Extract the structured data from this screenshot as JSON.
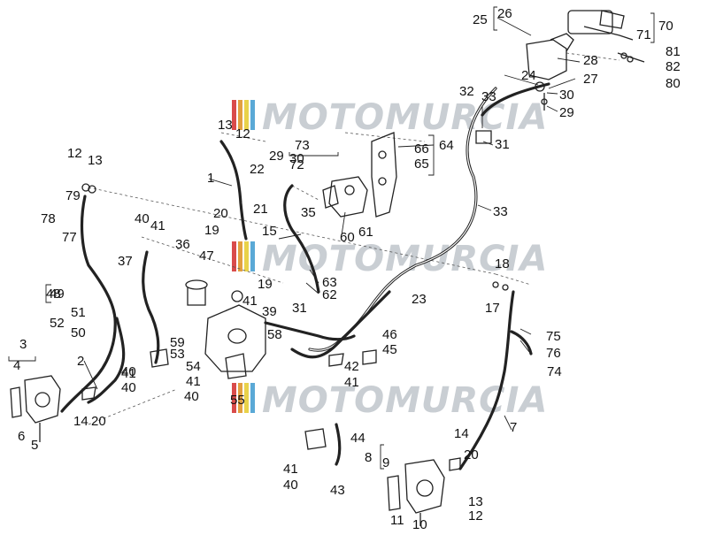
{
  "watermark": {
    "text": "MOTOMURCIA",
    "colors": [
      "#d94b4b",
      "#e2a040",
      "#e9d24a",
      "#5aa9d6"
    ]
  },
  "callouts": [
    "1",
    "2",
    "3",
    "4",
    "5",
    "6",
    "7",
    "8",
    "9",
    "10",
    "11",
    "12",
    "12",
    "12",
    "13",
    "13",
    "13",
    "14",
    "14",
    "15",
    "17",
    "18",
    "19",
    "19",
    "20",
    "20",
    "20",
    "21",
    "22",
    "23",
    "24",
    "25",
    "26",
    "27",
    "28",
    "29",
    "29",
    "30",
    "30",
    "31",
    "31",
    "32",
    "33",
    "33",
    "35",
    "36",
    "37",
    "39",
    "40",
    "40",
    "40",
    "40",
    "40",
    "41",
    "41",
    "41",
    "41",
    "41",
    "41",
    "42",
    "43",
    "44",
    "45",
    "46",
    "47",
    "48",
    "49",
    "50",
    "51",
    "52",
    "53",
    "54",
    "55",
    "58",
    "59",
    "60",
    "61",
    "62",
    "63",
    "64",
    "65",
    "66",
    "70",
    "71",
    "72",
    "73",
    "74",
    "75",
    "76",
    "77",
    "78",
    "79",
    "80",
    "81",
    "82"
  ]
}
